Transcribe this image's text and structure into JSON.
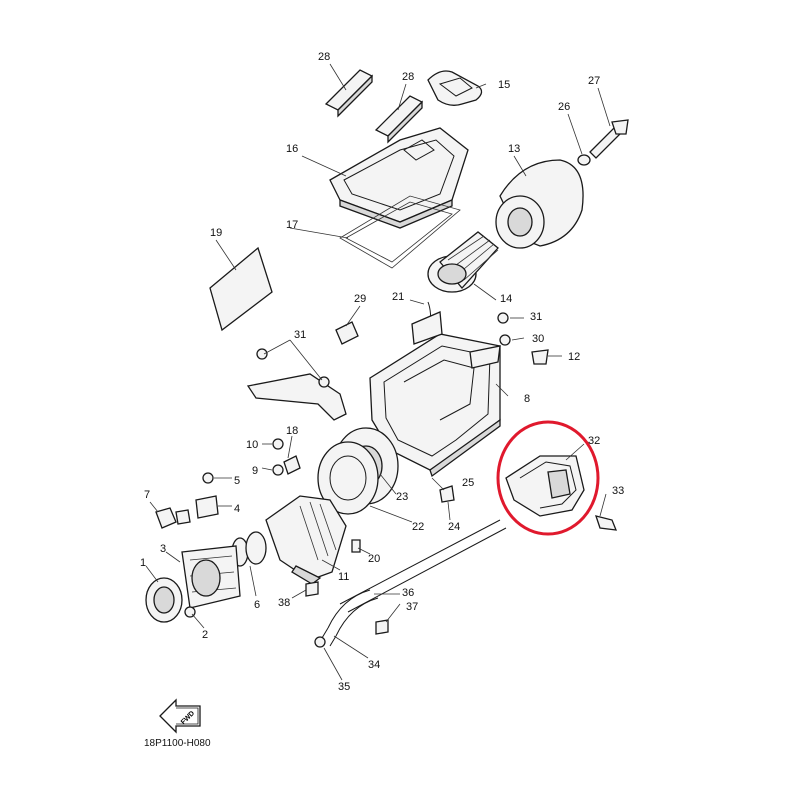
{
  "diagram_code": "18P1100-H080",
  "fwd_label": "FWD",
  "highlight_color": "#e0192d",
  "callouts": [
    "1",
    "2",
    "3",
    "4",
    "5",
    "6",
    "7",
    "8",
    "9",
    "10",
    "11",
    "12",
    "13",
    "14",
    "15",
    "16",
    "17",
    "18",
    "19",
    "20",
    "21",
    "22",
    "23",
    "24",
    "25",
    "26",
    "27",
    "28",
    "28",
    "29",
    "30",
    "31",
    "31",
    "32",
    "33",
    "34",
    "35",
    "36",
    "37",
    "38"
  ]
}
